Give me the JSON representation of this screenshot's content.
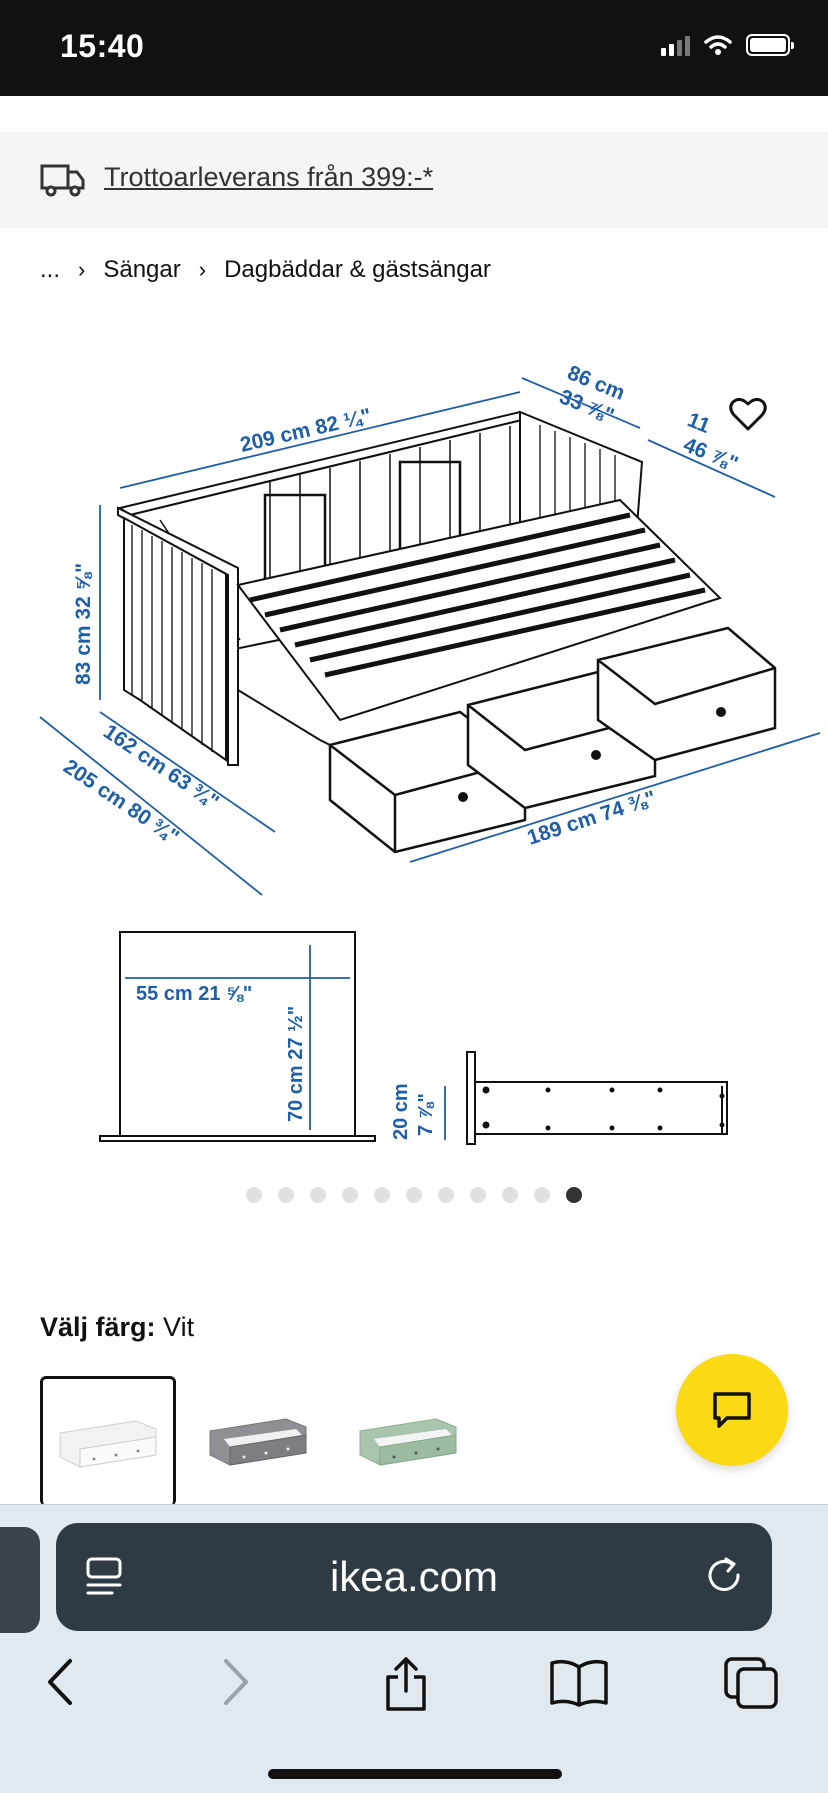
{
  "status_bar": {
    "time": "15:40"
  },
  "delivery_banner": {
    "text": "Trottoarleverans från 399:-*"
  },
  "breadcrumb": {
    "ellipsis": "...",
    "items": [
      "Sängar",
      "Dagbäddar & gästsängar"
    ]
  },
  "diagram": {
    "labels": {
      "length_back": "209 cm 82 ¼\"",
      "depth_top": "86 cm",
      "depth_top_in": "33 ⅞\"",
      "extended_depth": "11",
      "extended_depth_in": "46 ⅞\"",
      "height": "83 cm 32 ⅝\"",
      "side_162": "162 cm 63 ¾\"",
      "side_205": "205 cm 80 ¾\"",
      "front_189": "189 cm 74 ⅜\"",
      "inner_width": "55 cm 21 ⅝\"",
      "inner_height": "70 cm 27 ½\"",
      "drawer_height_cm": "20 cm",
      "drawer_height_in": "7 ⅞\""
    }
  },
  "carousel": {
    "count": 11,
    "active_index": 10
  },
  "color_picker": {
    "label": "Välj färg:",
    "selected": "Vit",
    "swatches": [
      {
        "name": "white",
        "color": "#f2f2f2"
      },
      {
        "name": "grey",
        "color": "#8f8f95"
      },
      {
        "name": "green",
        "color": "#a9c5ad"
      }
    ]
  },
  "browser": {
    "url": "ikea.com"
  },
  "colors": {
    "accent_yellow": "#fbd914",
    "ikea_blue": "#1f5ea8"
  }
}
